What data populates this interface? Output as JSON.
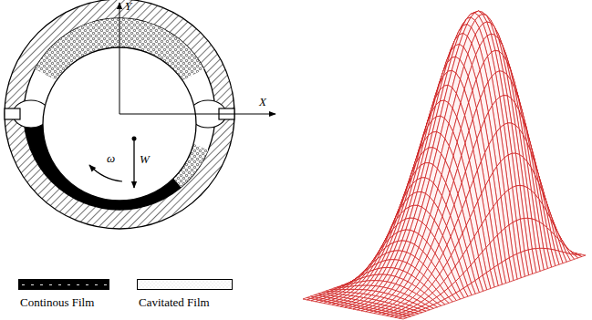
{
  "diagram": {
    "labels": [
      "Y",
      "X",
      "ω",
      "W"
    ],
    "legend": [
      {
        "text": "Continous Film",
        "color": "#000000"
      },
      {
        "text": "Cavitated Film"
      }
    ]
  }
}
